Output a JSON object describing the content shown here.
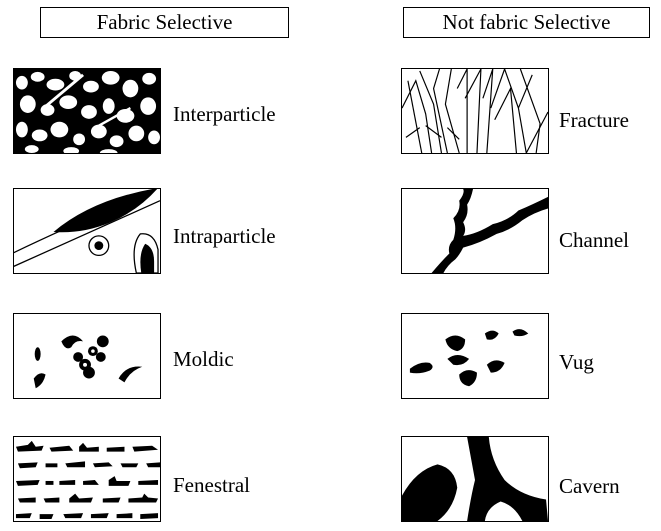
{
  "columns": [
    {
      "header": "Fabric Selective",
      "items": [
        "Interparticle",
        "Intraparticle",
        "Moldic",
        "Fenestral"
      ]
    },
    {
      "header": "Not fabric Selective",
      "items": [
        "Fracture",
        "Channel",
        "Vug",
        "Cavern"
      ]
    }
  ],
  "icons": {
    "left": [
      "interparticle-porosity-icon",
      "intraparticle-porosity-icon",
      "moldic-porosity-icon",
      "fenestral-porosity-icon"
    ],
    "right": [
      "fracture-porosity-icon",
      "channel-porosity-icon",
      "vug-porosity-icon",
      "cavern-porosity-icon"
    ]
  },
  "colors": {
    "ink": "#000000",
    "paper": "#ffffff"
  }
}
